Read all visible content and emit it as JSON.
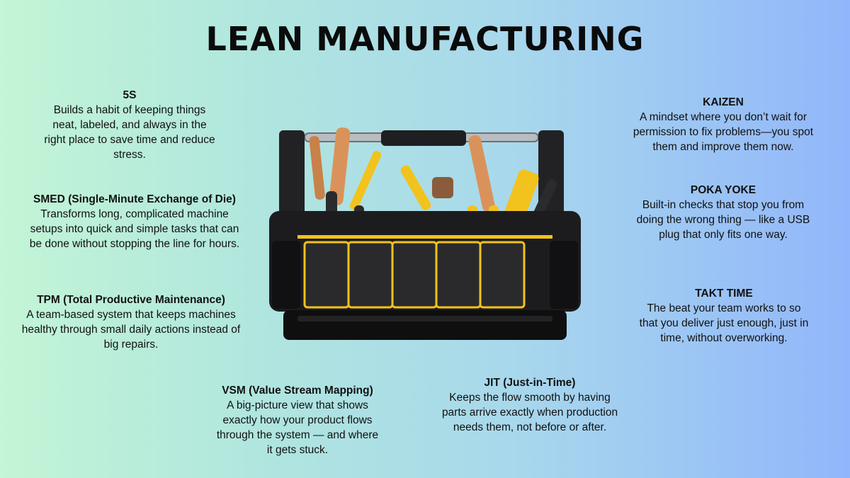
{
  "title": "LEAN MANUFACTURING",
  "blocks": {
    "five_s": {
      "heading": "5S",
      "body": "Builds a habit of keeping things neat, labeled, and always in the right place to save time and reduce stress."
    },
    "smed": {
      "heading": "SMED (Single-Minute Exchange of Die)",
      "body": "Transforms long, complicated machine setups into quick and simple tasks that can be done without stopping the line for hours."
    },
    "tpm": {
      "heading": "TPM (Total Productive Maintenance)",
      "body": "A team-based system that keeps machines healthy through small daily actions instead of big repairs."
    },
    "vsm": {
      "heading": "VSM (Value Stream Mapping)",
      "body": "A big-picture view that shows exactly how your product flows through the system — and where it gets stuck."
    },
    "jit": {
      "heading": "JIT (Just-in-Time)",
      "body": "Keeps the flow smooth by having parts arrive exactly when production needs them, not before or after."
    },
    "kaizen": {
      "heading": "KAIZEN",
      "body": "A mindset where you don’t wait for permission to fix problems—you spot them and improve them now."
    },
    "poka_yoke": {
      "heading": "POKA YOKE",
      "body": "Built-in checks that stop you from doing the wrong thing — like a USB plug that only fits one way."
    },
    "takt_time": {
      "heading": "TAKT TIME",
      "body": "The beat your team works to so that you deliver just enough, just in time, without overworking."
    }
  },
  "colors": {
    "accent_yellow": "#f5c400",
    "bag_black": "#1c1c1e",
    "text": "#111111"
  },
  "image": {
    "icon": "toolbox-icon"
  }
}
